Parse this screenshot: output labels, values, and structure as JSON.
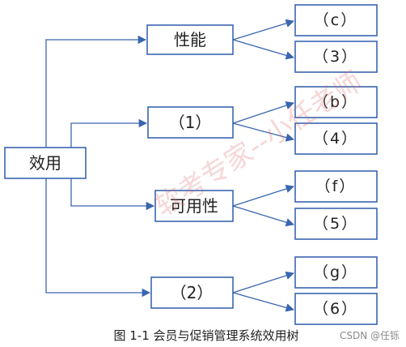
{
  "root": {
    "label": "效用"
  },
  "attributes": [
    {
      "label": "性能",
      "leaves": [
        "（c）",
        "（3）"
      ]
    },
    {
      "label": "（1）",
      "leaves": [
        "（b）",
        "（4）"
      ]
    },
    {
      "label": "可用性",
      "leaves": [
        "（f）",
        "（5）"
      ]
    },
    {
      "label": "（2）",
      "leaves": [
        "（g）",
        "（6）"
      ]
    }
  ],
  "caption": "图 1-1  会员与促销管理系统效用树",
  "watermark": "软考专家--小任老师",
  "credit": "CSDN @任铄",
  "colors": {
    "line": "#3a66b0",
    "box_border": "#3a66b0",
    "watermark": "#e06a6a"
  }
}
